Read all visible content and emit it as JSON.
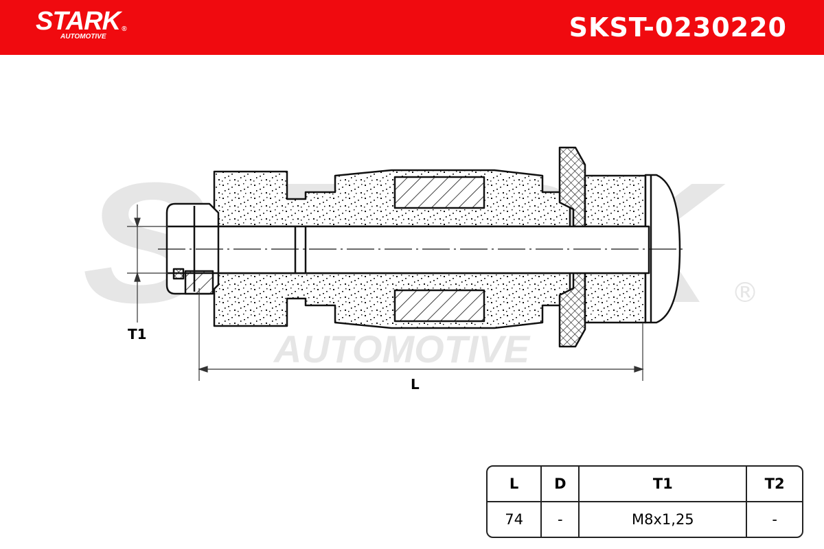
{
  "header": {
    "brand": "STARK",
    "brand_sub": "AUTOMOTIVE",
    "registered": "®",
    "part_number": "SKST-0230220",
    "color": "#f00a0f"
  },
  "watermark": {
    "brand": "STARK",
    "sub": "AUTOMOTIVE",
    "registered": "®"
  },
  "drawing": {
    "dimension_length_label": "L",
    "dimension_thread_label": "T1"
  },
  "spec_table": {
    "headers": [
      "L",
      "D",
      "T1",
      "T2"
    ],
    "values": [
      "74",
      "-",
      "M8x1,25",
      "-"
    ]
  }
}
